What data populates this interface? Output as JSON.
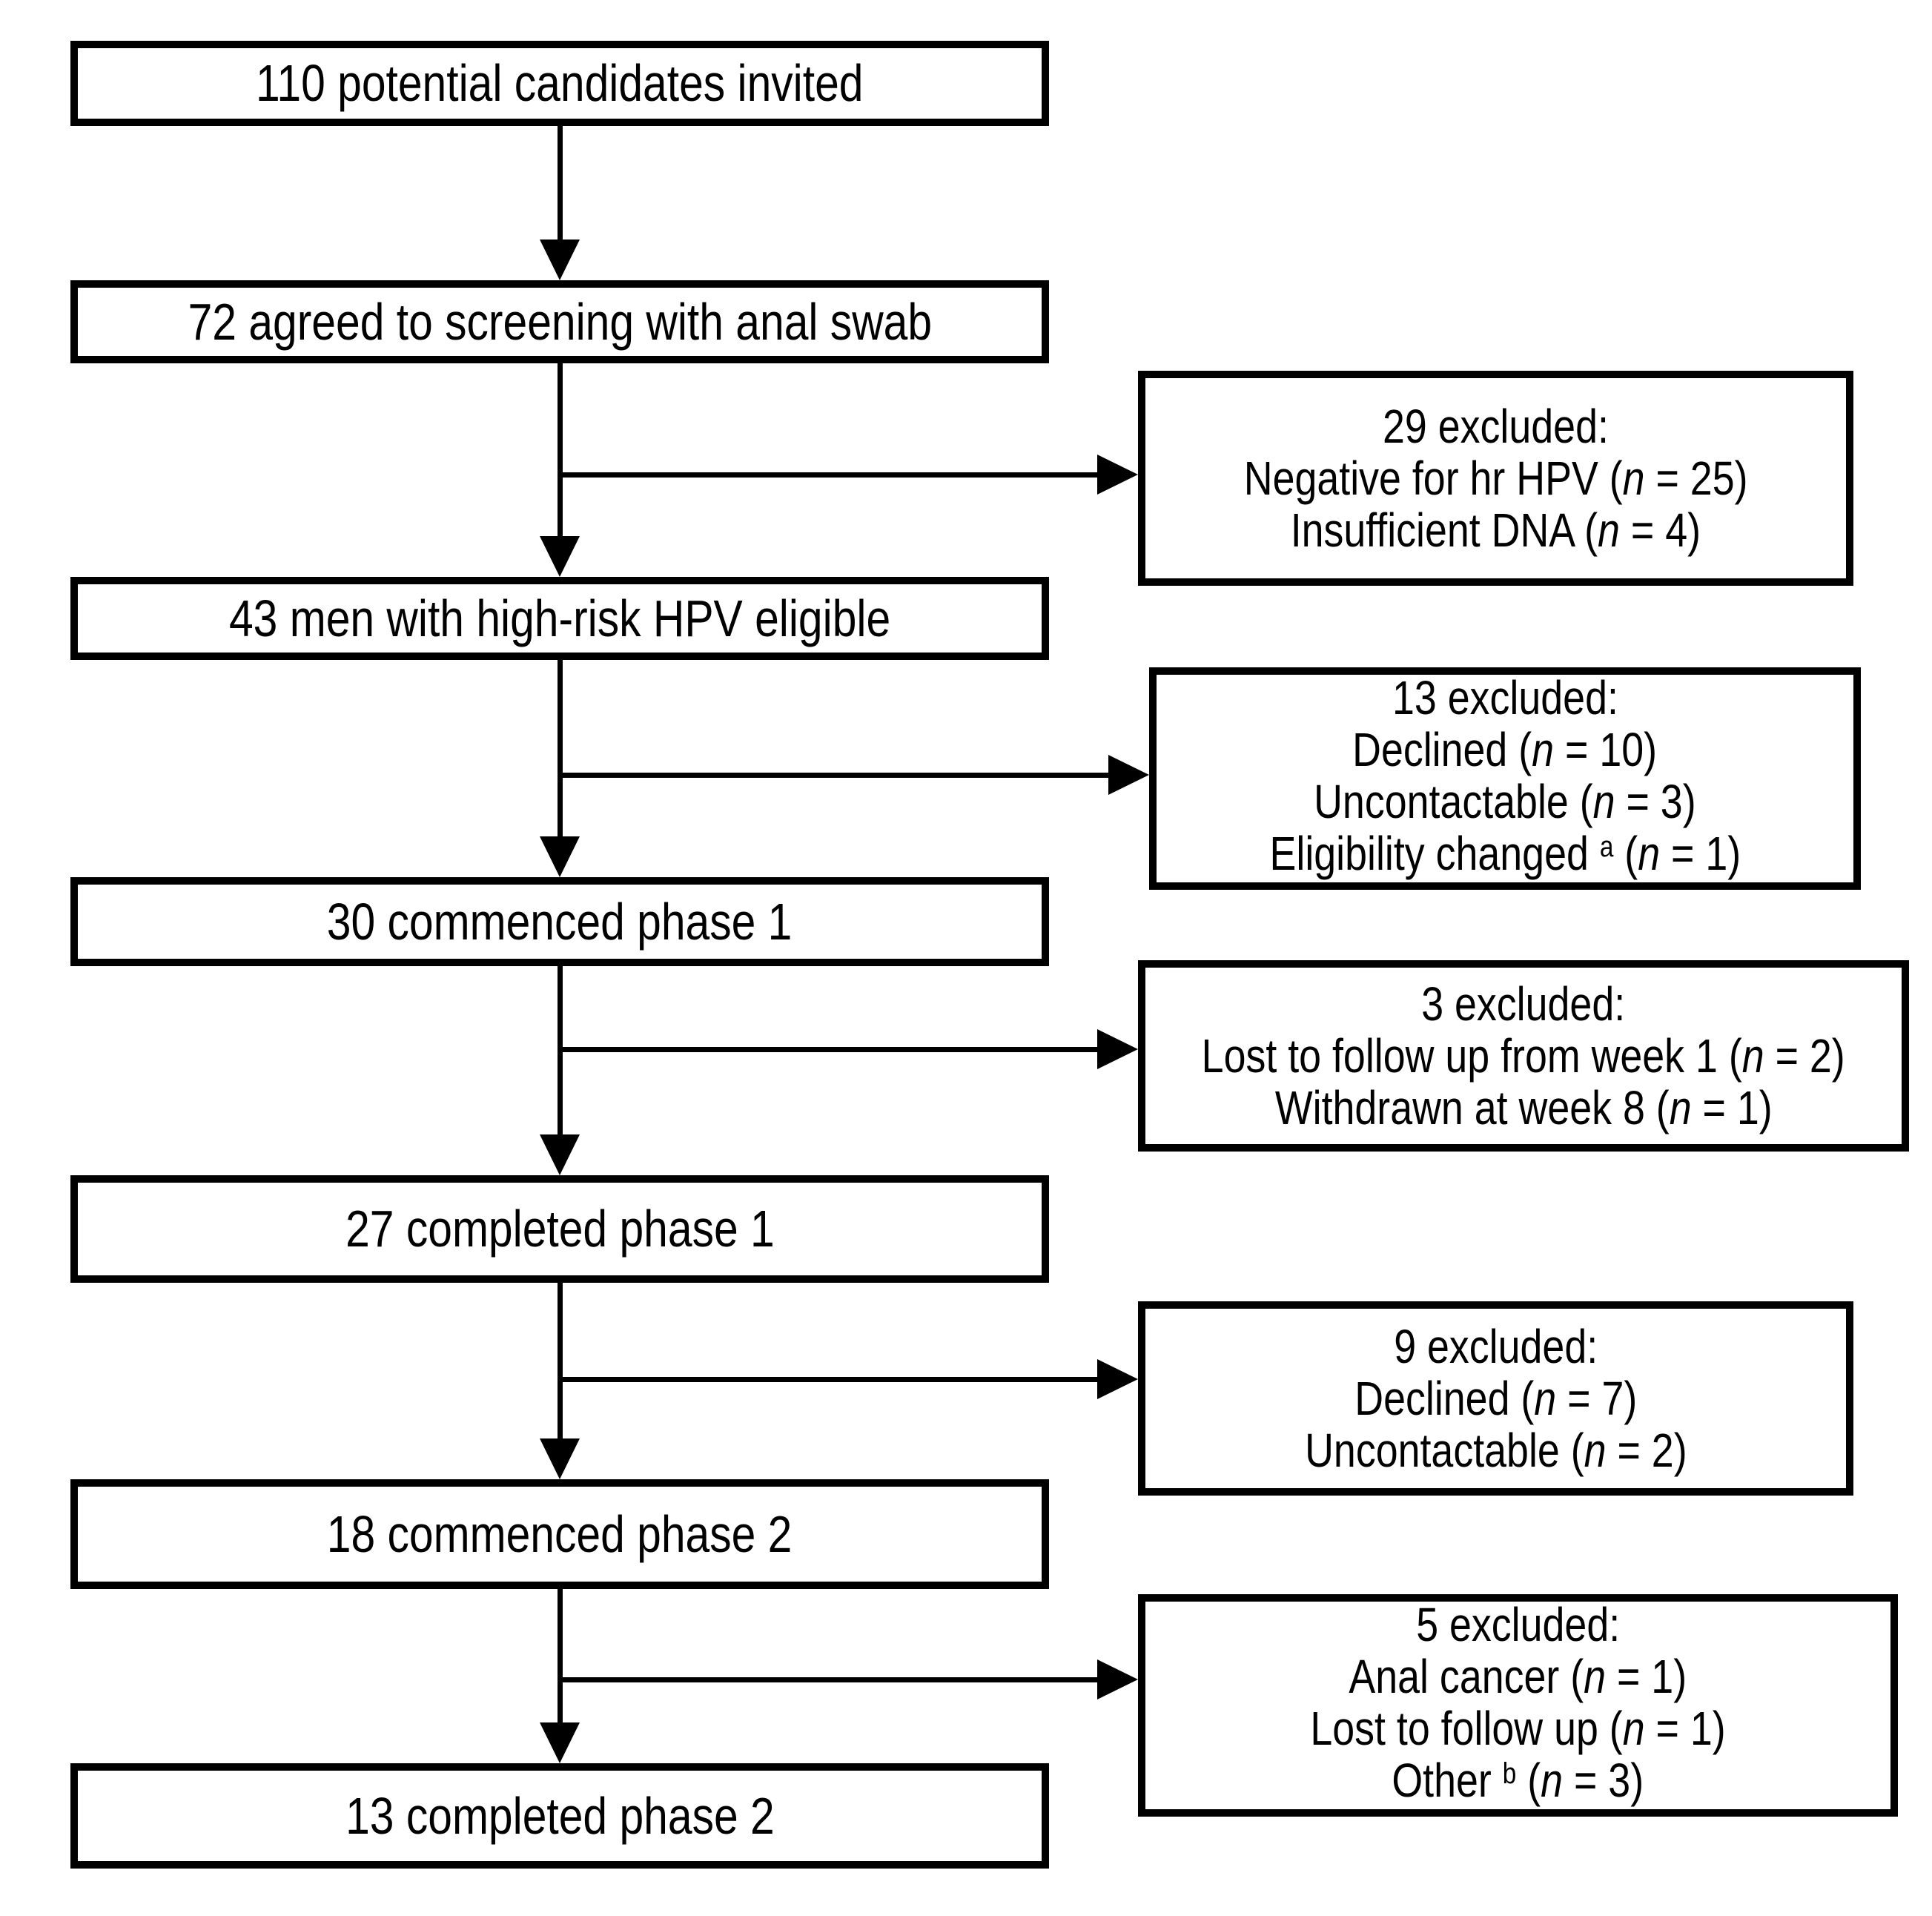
{
  "colors": {
    "border": "#000000",
    "text": "#000000",
    "background": "#ffffff"
  },
  "flow_boxes": [
    {
      "label": "110 potential candidates invited"
    },
    {
      "label": "72 agreed to screening with anal swab"
    },
    {
      "label": "43 men with high-risk HPV eligible"
    },
    {
      "label": "30 commenced phase 1"
    },
    {
      "label": "27 completed phase 1"
    },
    {
      "label": "18 commenced phase 2"
    },
    {
      "label": "13 completed phase 2"
    }
  ],
  "exclusion_boxes": [
    {
      "title": "29 excluded:",
      "items": [
        {
          "pre": "Negative for hr HPV (",
          "var": "n",
          "post": " = 25)"
        },
        {
          "pre": "Insufficient DNA (",
          "var": "n",
          "post": " = 4)"
        }
      ]
    },
    {
      "title": "13 excluded:",
      "items": [
        {
          "pre": "Declined (",
          "var": "n",
          "post": " = 10)"
        },
        {
          "pre": "Uncontactable (",
          "var": "n",
          "post": " = 3)"
        },
        {
          "pre": "Eligibility changed ",
          "sup": "a",
          "mid": " (",
          "var": "n",
          "post": " = 1)"
        }
      ]
    },
    {
      "title": "3 excluded:",
      "items": [
        {
          "pre": "Lost to follow up from week 1 (",
          "var": "n",
          "post": " = 2)"
        },
        {
          "pre": "Withdrawn at week 8 (",
          "var": "n",
          "post": " = 1)"
        }
      ]
    },
    {
      "title": "9 excluded:",
      "items": [
        {
          "pre": "Declined (",
          "var": "n",
          "post": " = 7)"
        },
        {
          "pre": "Uncontactable (",
          "var": "n",
          "post": " = 2)"
        }
      ]
    },
    {
      "title": "5 excluded:",
      "items": [
        {
          "pre": "Anal cancer (",
          "var": "n",
          "post": " = 1)"
        },
        {
          "pre": "Lost to follow up (",
          "var": "n",
          "post": " = 1)"
        },
        {
          "pre": "Other ",
          "sup": "b",
          "mid": " (",
          "var": "n",
          "post": " = 3)"
        }
      ]
    }
  ]
}
